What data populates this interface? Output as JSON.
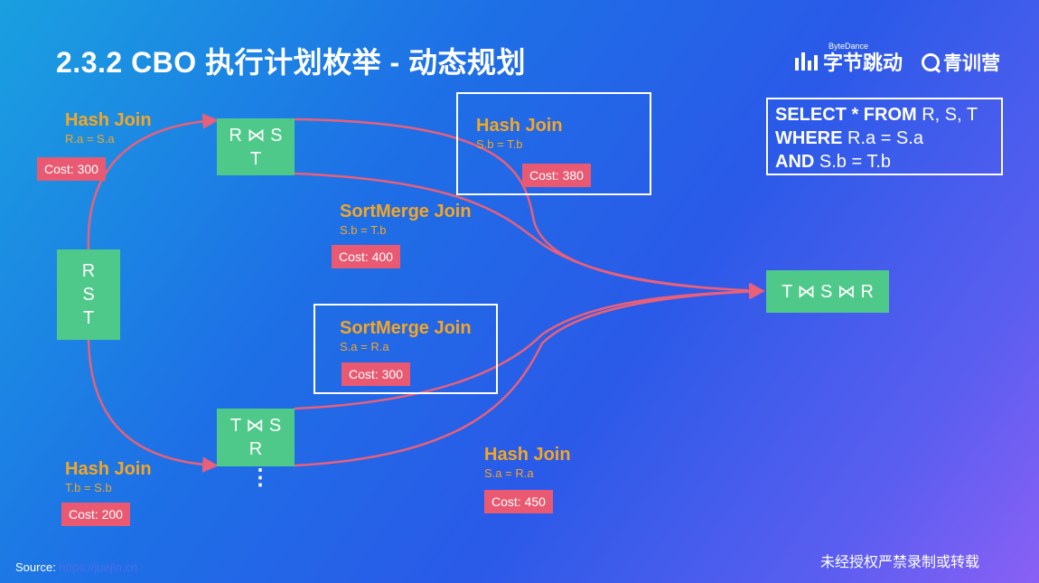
{
  "title": "2.3.2 CBO 执行计划枚举 - 动态规划",
  "brand": {
    "bytedance_small": "ByteDance",
    "bytedance": "字节跳动",
    "qingxun": "青训营"
  },
  "sql": [
    {
      "kw": "SELECT * FROM",
      "rest": " R, S, T"
    },
    {
      "kw": "WHERE",
      "rest": " R.a = S.a"
    },
    {
      "kw": "AND",
      "rest": " S.b = T.b"
    }
  ],
  "nodes": {
    "rst": [
      "R",
      "S",
      "T"
    ],
    "rs_t": [
      "R ⋈ S",
      "T"
    ],
    "ts_r": [
      "T ⋈ S",
      "R"
    ],
    "final": "T ⋈ S ⋈ R"
  },
  "joins": {
    "hj_rs": {
      "name": "Hash Join",
      "cond": "R.a = S.a",
      "cost": "Cost: 300"
    },
    "hj_rst": {
      "name": "Hash Join",
      "cond": "S.b = T.b",
      "cost": "Cost: 380"
    },
    "sm_rst": {
      "name": "SortMerge Join",
      "cond": "S.b = T.b",
      "cost": "Cost: 400"
    },
    "sm_tsr": {
      "name": "SortMerge Join",
      "cond": "S.a = R.a",
      "cost": "Cost: 300"
    },
    "hj_ts": {
      "name": "Hash Join",
      "cond": "T.b = S.b",
      "cost": "Cost: 200"
    },
    "hj_tsr": {
      "name": "Hash Join",
      "cond": "S.a = R.a",
      "cost": "Cost: 450"
    }
  },
  "ellipsis": "⋮",
  "source": {
    "label": "Source:",
    "link": "https://juejin.cn"
  },
  "notice": "未经授权严禁录制或转载",
  "colors": {
    "node": "#4fc98a",
    "join_label": "#f5a623",
    "cost": "#e95a72",
    "edge": "#e8607a"
  }
}
